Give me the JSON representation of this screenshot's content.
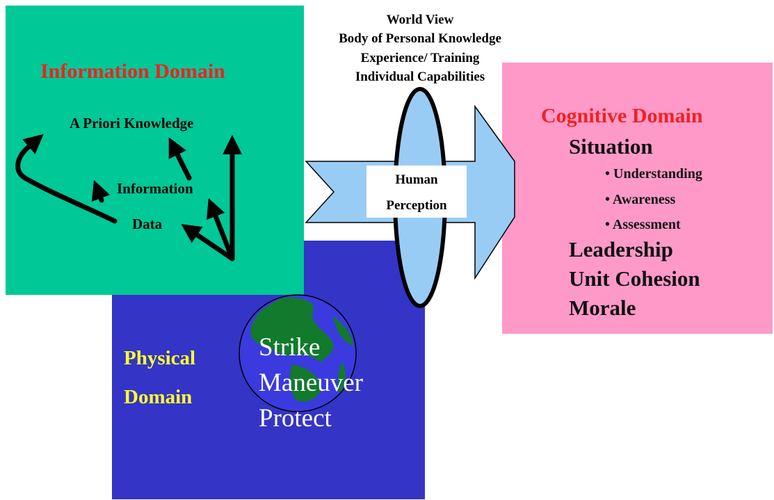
{
  "information_domain": {
    "title": "Information Domain",
    "labels": {
      "a_priori": "A Priori  Knowledge",
      "information": "Information",
      "data": "Data"
    }
  },
  "top_labels": [
    "World View",
    "Body of Personal Knowledge",
    "Experience/ Training",
    "Individual Capabilities"
  ],
  "perception": [
    "Human",
    "Perception"
  ],
  "cognitive_domain": {
    "title": "Cognitive Domain",
    "situation": "Situation",
    "bullets": [
      "• Understanding",
      "• Awareness",
      "• Assessment"
    ],
    "items": [
      "Leadership",
      "Unit Cohesion",
      "Morale"
    ]
  },
  "physical_domain": {
    "title_line1": "Physical",
    "title_line2": "Domain",
    "globe_words": [
      "Strike",
      "Maneuver",
      "Protect"
    ]
  },
  "colors": {
    "information_bg": "#00c896",
    "physical_bg": "#3434c6",
    "cognitive_bg": "#ff99c8",
    "title_red": "#ee2222",
    "physical_yellow": "#ffff33",
    "arrow_blue": "#99ccf5",
    "globe_ocean": "#3a3adf",
    "globe_land": "#117a2c"
  }
}
